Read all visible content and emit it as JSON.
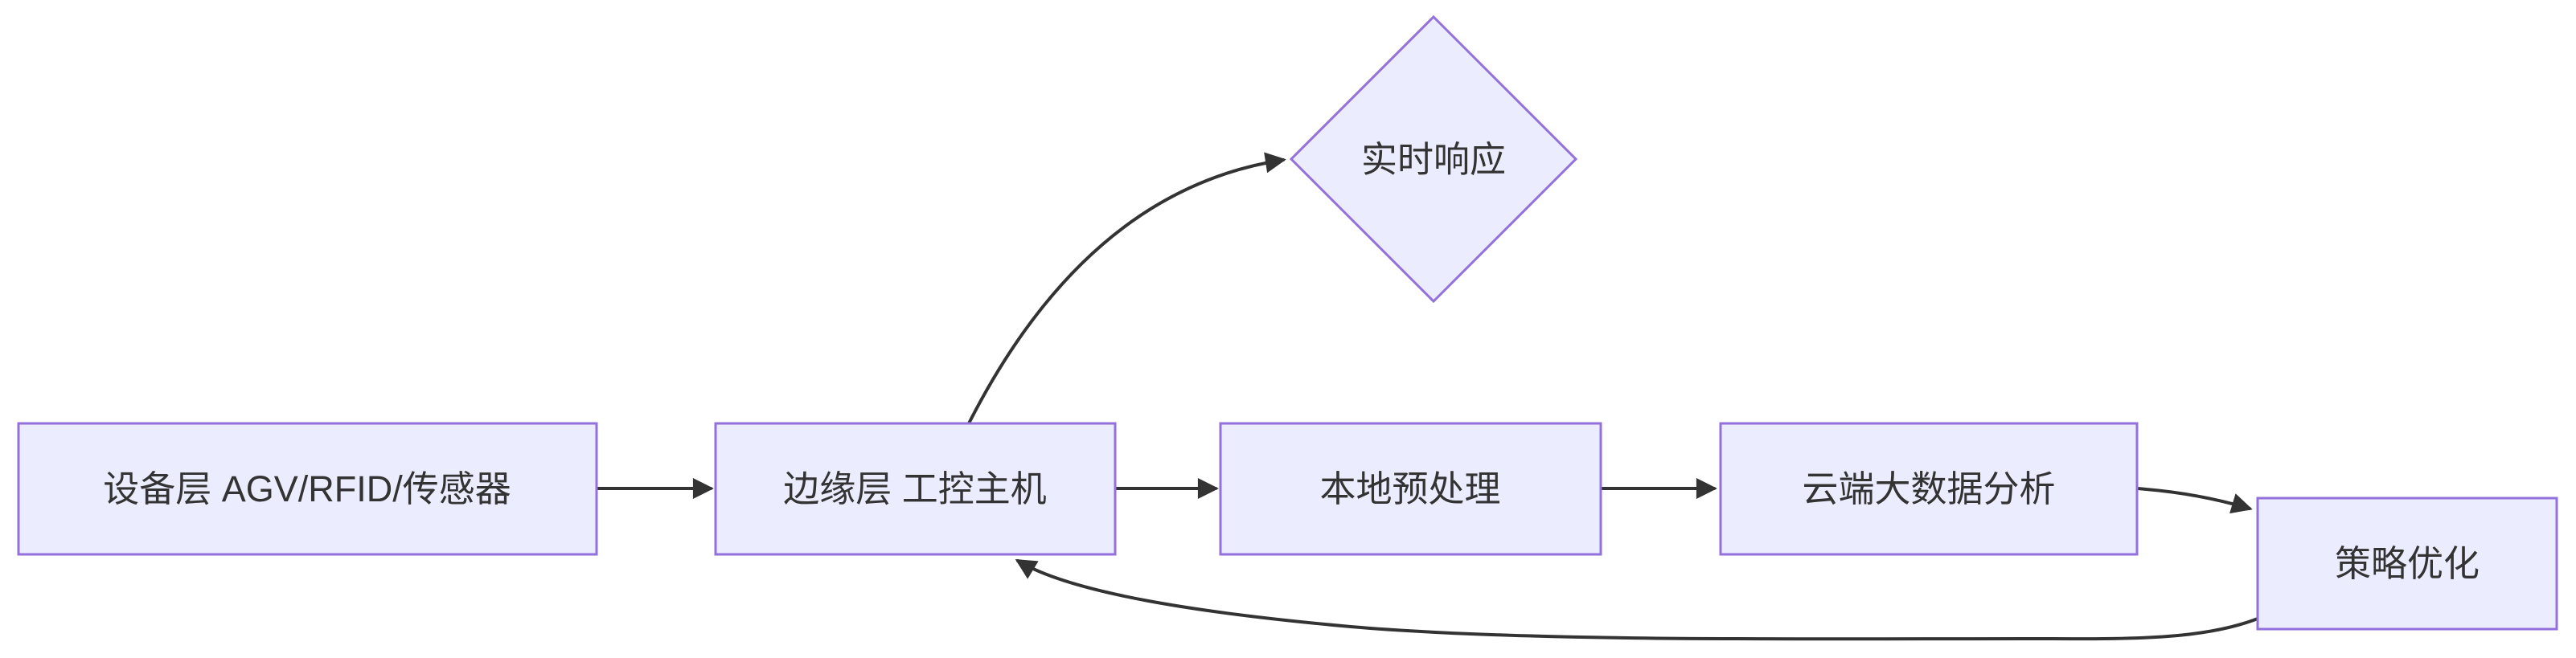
{
  "diagram": {
    "type": "flowchart",
    "background": "#ffffff",
    "colors": {
      "node_fill": "#ECECFF",
      "node_border": "#9370DB",
      "edge": "#333333",
      "text": "#333333"
    },
    "nodes": [
      {
        "id": "device-layer",
        "shape": "rect",
        "label": "设备层 AGV/RFID/传感器"
      },
      {
        "id": "edge-layer",
        "shape": "rect",
        "label": "边缘层 工控主机"
      },
      {
        "id": "realtime",
        "shape": "diamond",
        "label": "实时响应"
      },
      {
        "id": "local-preproc",
        "shape": "rect",
        "label": "本地预处理"
      },
      {
        "id": "cloud-bigdata",
        "shape": "rect",
        "label": "云端大数据分析"
      },
      {
        "id": "strategy-opt",
        "shape": "rect",
        "label": "策略优化"
      }
    ],
    "edges": [
      {
        "from": "设备层 AGV/RFID/传感器",
        "to": "边缘层 工控主机"
      },
      {
        "from": "边缘层 工控主机",
        "to": "实时响应"
      },
      {
        "from": "边缘层 工控主机",
        "to": "本地预处理"
      },
      {
        "from": "本地预处理",
        "to": "云端大数据分析"
      },
      {
        "from": "云端大数据分析",
        "to": "策略优化"
      },
      {
        "from": "策略优化",
        "to": "边缘层 工控主机"
      }
    ]
  }
}
